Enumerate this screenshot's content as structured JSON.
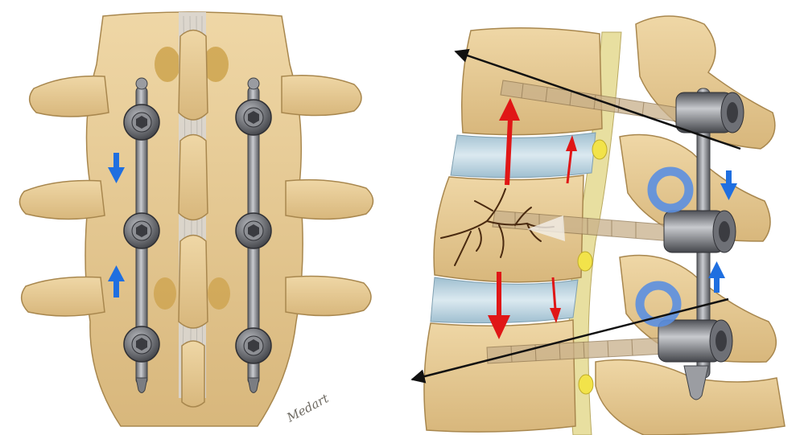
{
  "figure": {
    "left_panel": {
      "view": "posterior",
      "signature": "Medart"
    },
    "right_panel": {
      "view": "lateral"
    },
    "colors": {
      "bone": "#e2c58e",
      "bone_dark": "#b8955a",
      "disc": "#b9d3e0",
      "ligament": "#d9d6d2",
      "rod": "#8e9096",
      "screw_head": "#5a5c62",
      "arrow_blue": "#1f6fe0",
      "arrow_red": "#e01616",
      "crack": "#4a2a10",
      "line_black": "#111111",
      "ring_blue": "#5b8fe0",
      "nerve_dot": "#f2e34a",
      "cord": "#e8dfa0"
    },
    "icons": [
      "polyaxial-screw-icon",
      "compression-arrow-icon",
      "distraction-arrow-icon",
      "fracture-crack-icon",
      "hinge-ring-icon"
    ]
  }
}
